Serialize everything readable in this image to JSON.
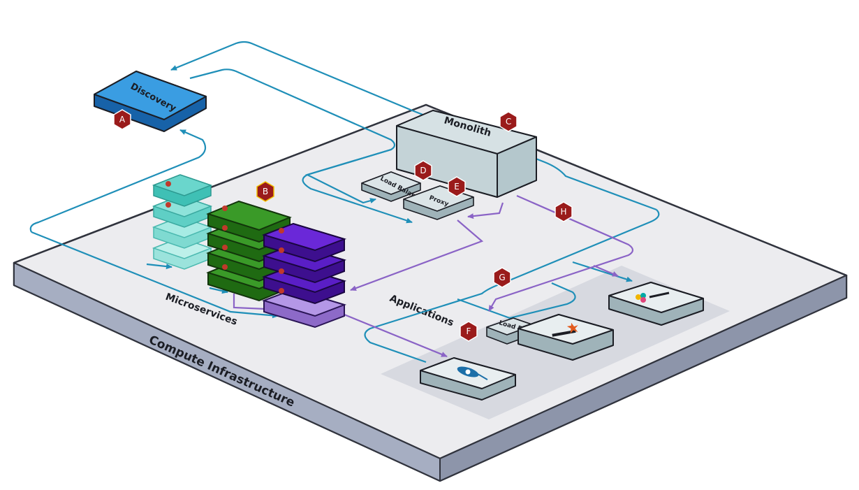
{
  "labels": {
    "compute_infrastructure": "Compute Infrastructure",
    "microservices": "Microservices",
    "applications": "Applications",
    "discovery": "Discovery",
    "monolith": "Monolith",
    "load_balancer_top": "Load Balancer",
    "proxy": "Proxy",
    "load_balancer_apps": "Load Balancer"
  },
  "badges": {
    "a": "A",
    "b": "B",
    "c": "C",
    "d": "D",
    "e": "E",
    "f": "F",
    "g": "G",
    "h": "H"
  },
  "icons": {
    "discovery_box": "box-icon",
    "cassandra_app": "cassandra-eye-icon",
    "spark_app": "spark-logo-icon",
    "elastic_app": "elastic-logo-icon"
  },
  "colors": {
    "platform_top": "#ececef",
    "platform_side": "#9aa2b6",
    "discovery": "#2b8fd9",
    "monolith": "#c9d6da",
    "microservice_teal": "#6fd6cc",
    "microservice_green": "#2f8a1e",
    "microservice_purple": "#5a1ec6",
    "flow_blue": "#1f8fb8",
    "flow_purple": "#8a63c6",
    "badge": "#9a1b1b"
  }
}
